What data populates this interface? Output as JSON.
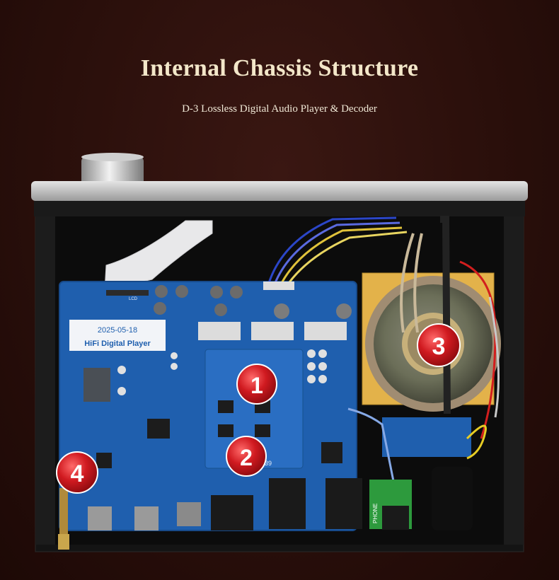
{
  "header": {
    "title": "Internal Chassis Structure",
    "subtitle": "D-3 Lossless Digital Audio Player & Decoder"
  },
  "board": {
    "date_label": "2025-05-18",
    "product_label": "HiFi Digital Player",
    "chip_label": "ES9039",
    "phone_label": "PHONE",
    "lcd_label": "LCD"
  },
  "callouts": [
    "1",
    "2",
    "3",
    "4"
  ],
  "colors": {
    "background": "#2a0f0b",
    "title": "#f3e7c9",
    "pcb": "#1f5fae",
    "callout": "#c8141c"
  }
}
